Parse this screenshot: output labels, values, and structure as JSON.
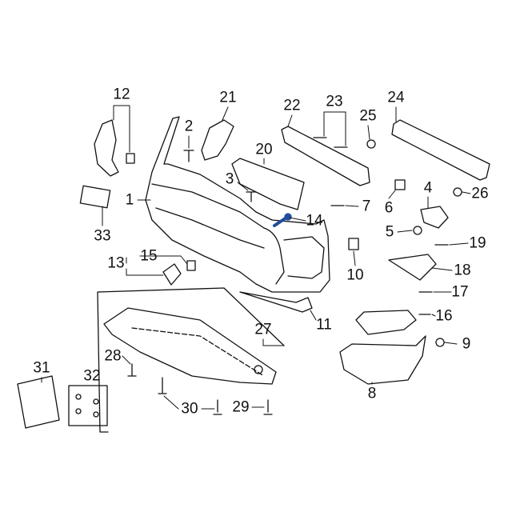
{
  "diagram": {
    "highlight_color": "#1f4e9c",
    "callouts": [
      "1",
      "2",
      "3",
      "4",
      "5",
      "6",
      "7",
      "8",
      "9",
      "10",
      "11",
      "12",
      "13",
      "14",
      "15",
      "16",
      "17",
      "18",
      "19",
      "20",
      "21",
      "22",
      "23",
      "24",
      "25",
      "26",
      "27",
      "28",
      "29",
      "30",
      "31",
      "32",
      "33"
    ]
  }
}
